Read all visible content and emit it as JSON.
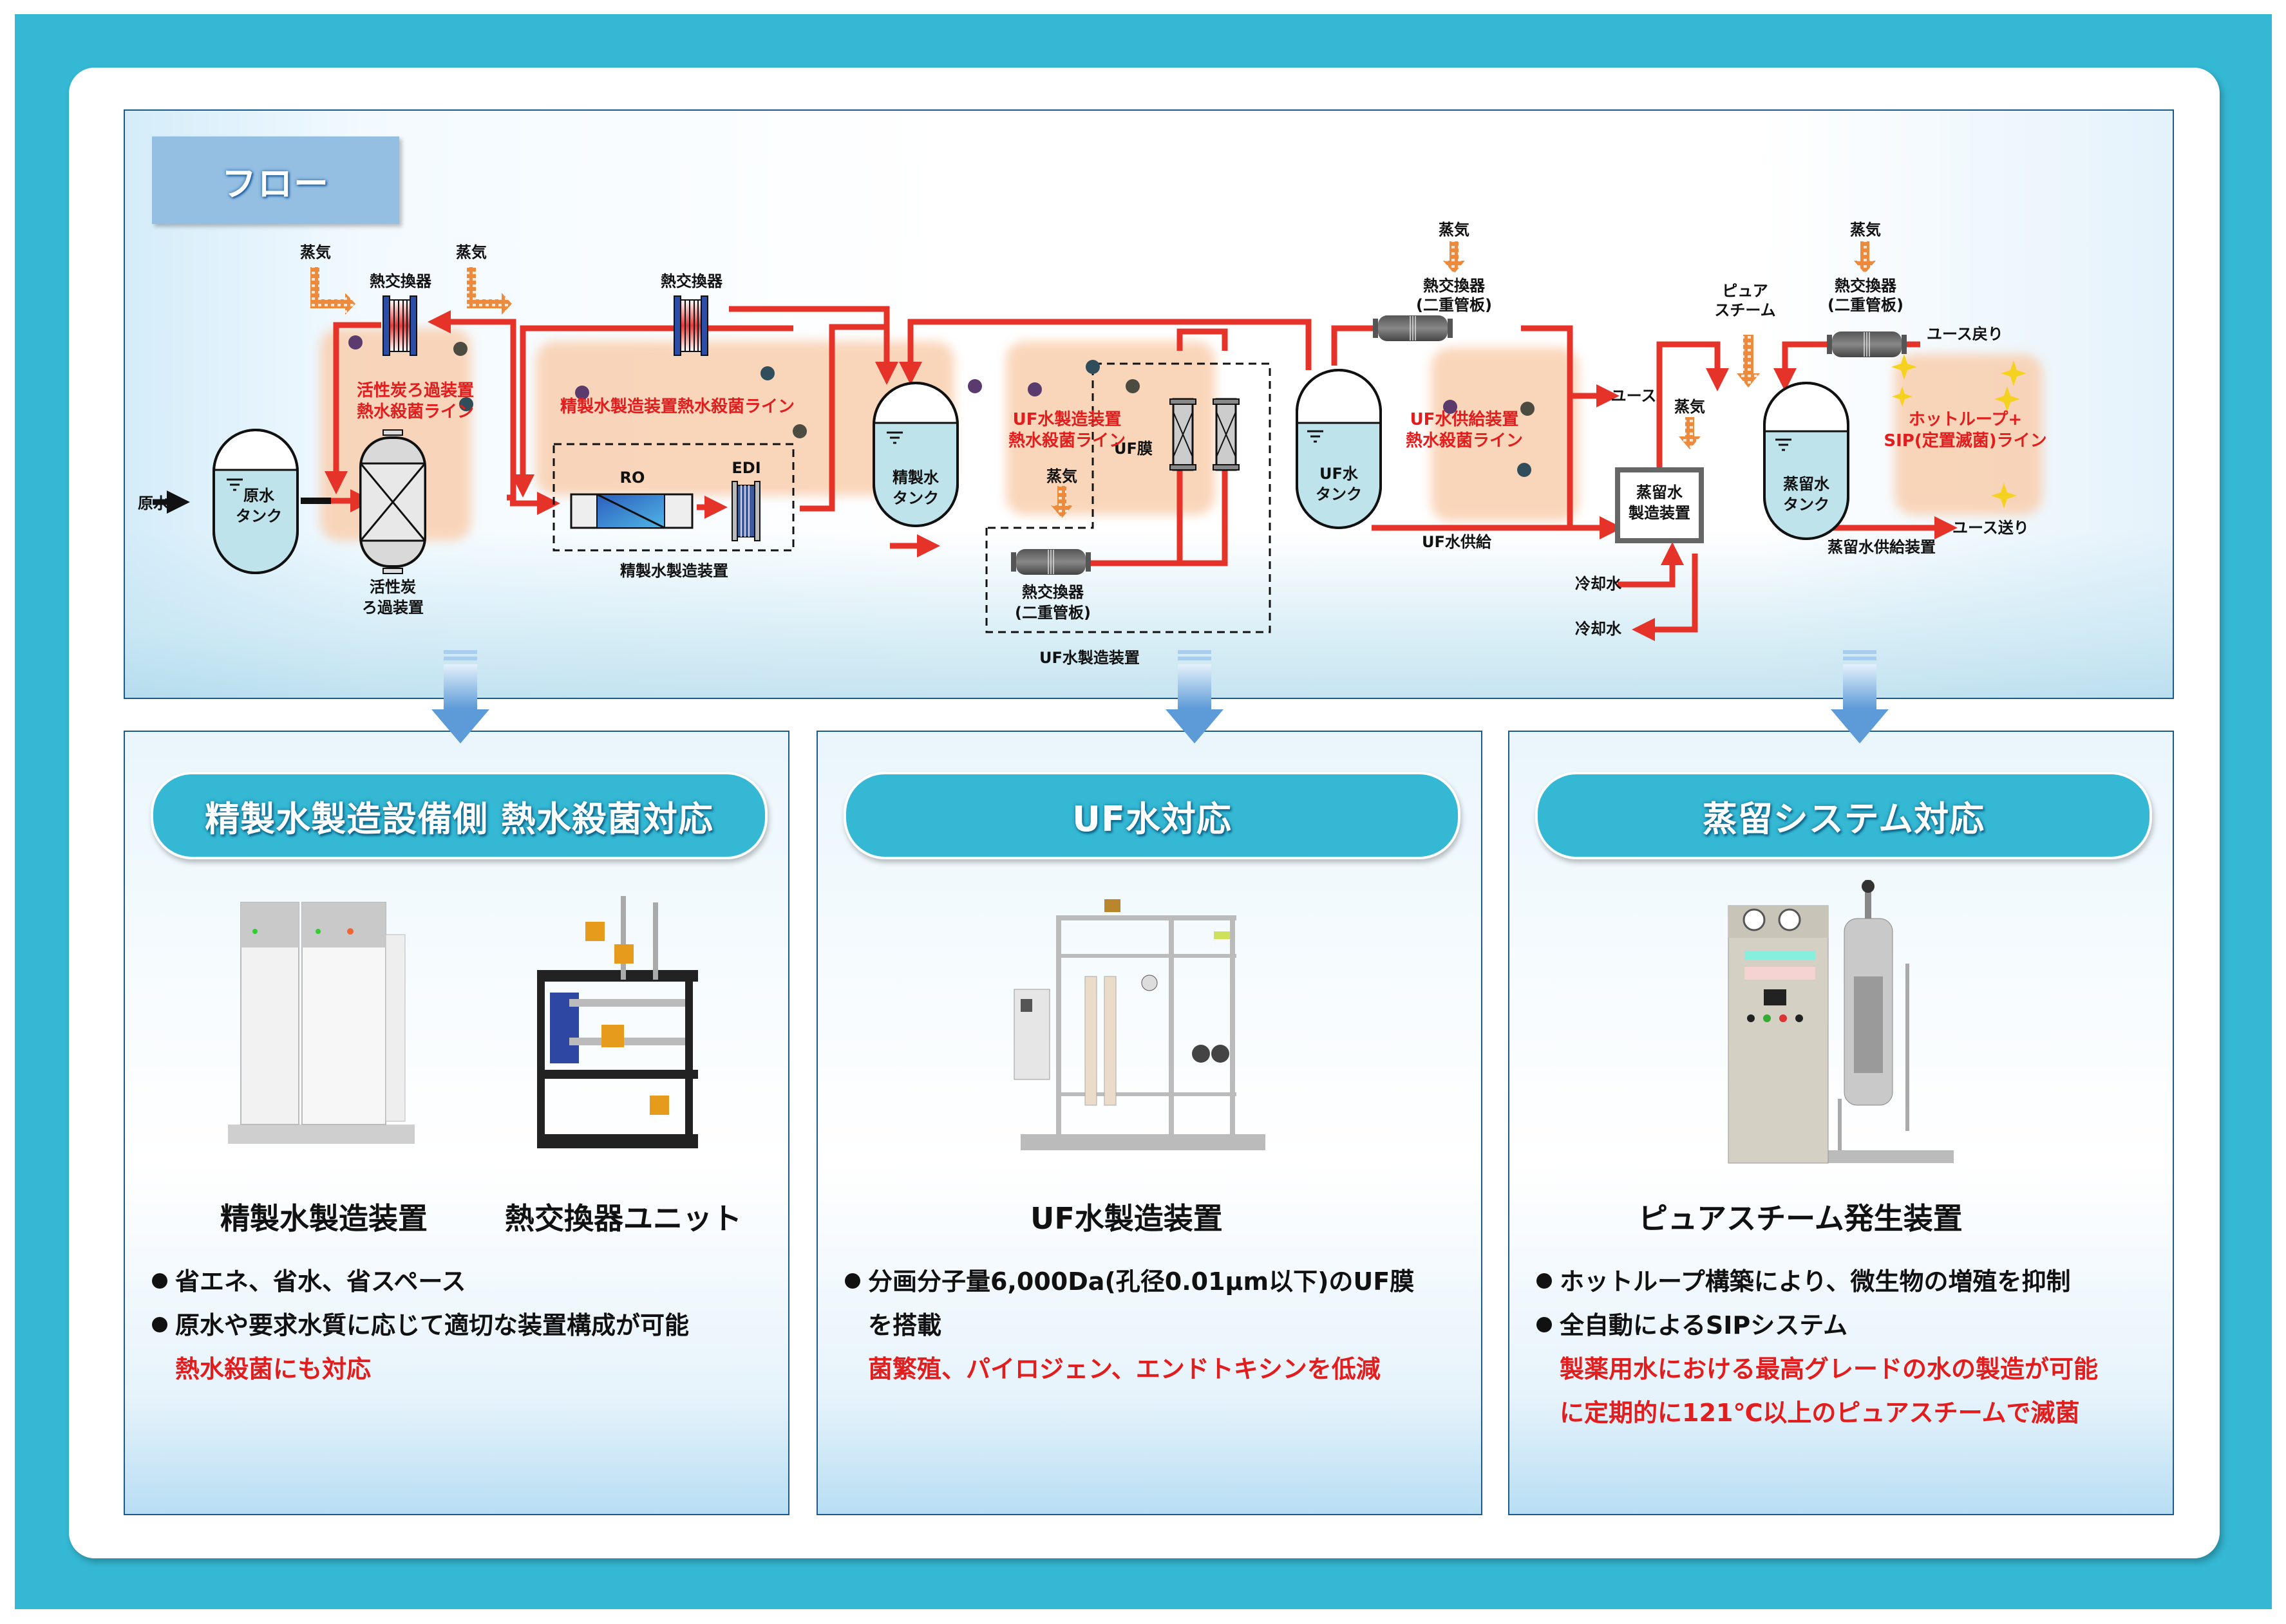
{
  "flow": {
    "tag": "フロー",
    "labels": {
      "steam": "蒸気",
      "heat_exchanger": "熱交換器",
      "double_tube": "(二重管板)",
      "raw_water": "原水",
      "raw_tank_l1": "原水",
      "raw_tank_l2": "タンク",
      "carbon_l1": "活性炭",
      "carbon_l2": "ろ過装置",
      "ro": "RO",
      "edi": "EDI",
      "purified_unit": "精製水製造装置",
      "purified_tank_l1": "精製水",
      "purified_tank_l2": "タンク",
      "uf_membrane": "UF膜",
      "uf_unit": "UF水製造装置",
      "uf_tank_l1": "UF水",
      "uf_tank_l2": "タンク",
      "use": "ユース",
      "uf_supply": "UF水供給",
      "pure_steam_l1": "ピュア",
      "pure_steam_l2": "スチーム",
      "distiller_l1": "蒸留水",
      "distiller_l2": "製造装置",
      "cooling_water_in": "冷却水",
      "cooling_water_out": "冷却水",
      "distilled_tank_l1": "蒸留水",
      "distilled_tank_l2": "タンク",
      "use_return": "ユース戻り",
      "use_send": "ユース送り",
      "distilled_supply": "蒸留水供給装置"
    },
    "sterilization_zones": [
      {
        "l1": "活性炭ろ過装置",
        "l2": "熱水殺菌ライン"
      },
      {
        "l1": "精製水製造装置熱水殺菌ライン",
        "l2": ""
      },
      {
        "l1": "UF水製造装置",
        "l2": "熱水殺菌ライン"
      },
      {
        "l1": "UF水供給装置",
        "l2": "熱水殺菌ライン"
      },
      {
        "l1": "ホットループ+",
        "l2": "SIP(定置滅菌)ライン"
      }
    ]
  },
  "panels": [
    {
      "title": "精製水製造設備側 熱水殺菌対応",
      "products": [
        "精製水製造装置",
        "熱交換器ユニット"
      ],
      "bullets": [
        "省エネ、省水、省スペース",
        "原水や要求水質に応じて適切な装置構成が可能"
      ],
      "continuation": "",
      "highlights": [
        "熱水殺菌にも対応"
      ]
    },
    {
      "title": "UF水対応",
      "products": [
        "UF水製造装置"
      ],
      "bullets": [
        "分画分子量6,000Da(孔径0.01μm以下)のUF膜"
      ],
      "continuation": "を搭載",
      "highlights": [
        "菌繁殖、パイロジェン、エンドトキシンを低減"
      ]
    },
    {
      "title": "蒸留システム対応",
      "products": [
        "ピュアスチーム発生装置"
      ],
      "bullets": [
        "ホットループ構築により、微生物の増殖を抑制",
        "全自動によるSIPシステム"
      ],
      "continuation": "",
      "highlights": [
        "製薬用水における最高グレードの水の製造が可能",
        "に定期的に121℃以上のピュアスチームで滅菌"
      ]
    }
  ],
  "colors": {
    "frame": "#34b8d3",
    "pipe": "#e5332a",
    "steam": "#ee8a3c",
    "zone": "#f9cfae",
    "highlight_text": "#e21d1d",
    "tank_water": "#bfe3ea",
    "panel_border": "#1c5a8c"
  }
}
